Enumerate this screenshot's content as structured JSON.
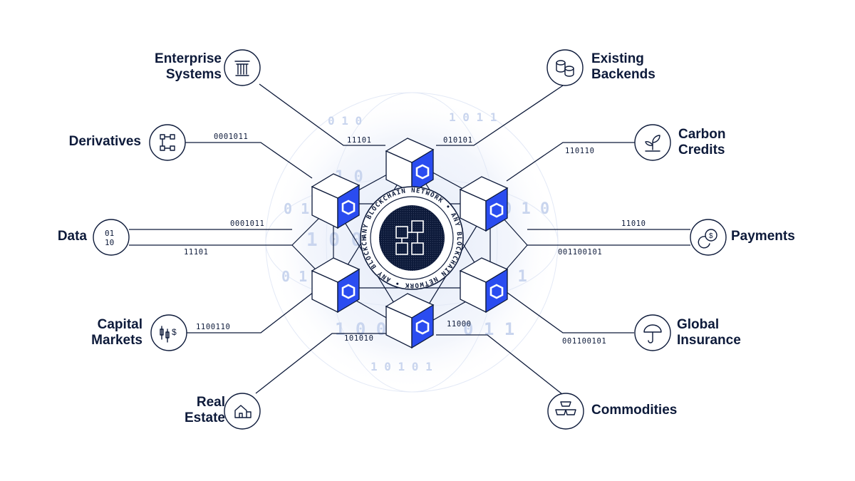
{
  "diagram": {
    "center": {
      "ring_text": "ANY BLOCKCHAIN NETWORK • ANY BLOCKCHAIN NETWORK • ANY BLOCKCHAIN NETWORK •"
    },
    "nodes": {
      "enterprise_systems": [
        "Enterprise",
        "Systems"
      ],
      "derivatives": [
        "Derivatives"
      ],
      "data": [
        "Data"
      ],
      "capital_markets": [
        "Capital",
        "Markets"
      ],
      "real_estate": [
        "Real",
        "Estate"
      ],
      "existing_backends": [
        "Existing",
        "Backends"
      ],
      "carbon_credits": [
        "Carbon",
        "Credits"
      ],
      "payments": [
        "Payments"
      ],
      "global_insurance": [
        "Global",
        "Insurance"
      ],
      "commodities": [
        "Commodities"
      ]
    },
    "data_icon_text": [
      "01",
      "10"
    ],
    "codes": {
      "enterprise": "11101",
      "derivatives": "0001011",
      "data_top": "0001011",
      "data_bottom": "11101",
      "capital_markets": "1100110",
      "real_estate": "101010",
      "existing_backends": "010101",
      "carbon_credits": "110110",
      "payments_top": "11010",
      "payments_bottom": "001100101",
      "global_insurance": "001100101",
      "commodities": "11000"
    }
  },
  "colors": {
    "navy": "#0d1a3a",
    "accent_blue": "#2a4cf0",
    "watermark": "#c9d5ee"
  }
}
